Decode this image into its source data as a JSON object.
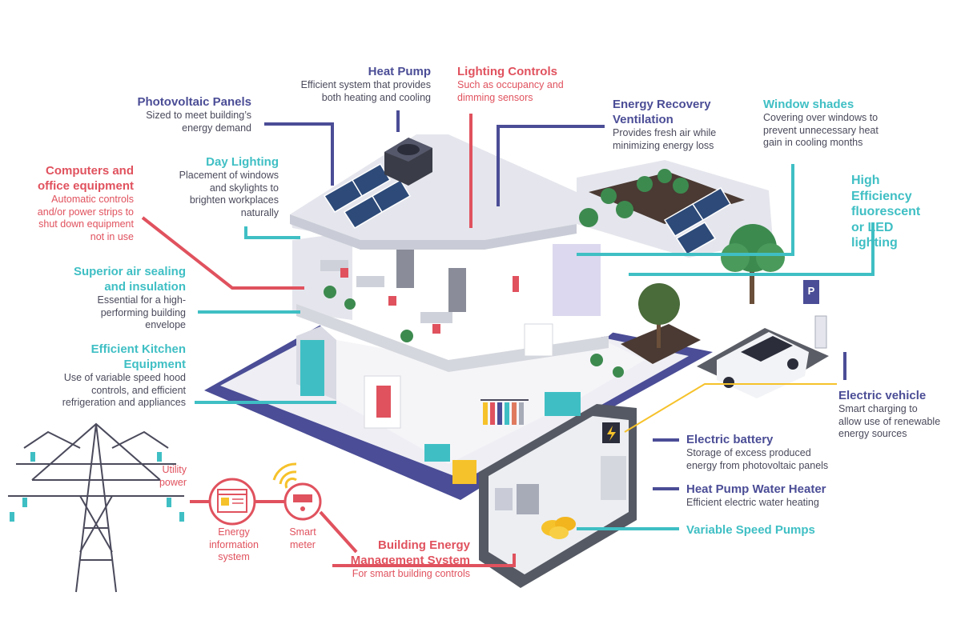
{
  "colors": {
    "purple": "#4b4d96",
    "red": "#e0525e",
    "teal": "#3fbfc4",
    "dark_text": "#4a4a5c"
  },
  "icons": [
    "wifi-icon",
    "energy-information-system-icon",
    "smart-meter-icon",
    "transmission-tower-icon",
    "solar-panel-icon",
    "heat-pump-unit-icon",
    "electric-car-icon",
    "ev-charger-icon",
    "battery-icon"
  ],
  "labels": {
    "heat_pump": {
      "title": "Heat Pump",
      "desc": "Efficient system that provides\nboth heating and cooling"
    },
    "lighting_controls": {
      "title": "Lighting Controls",
      "desc": "Such as occupancy and\ndimming sensors"
    },
    "photovoltaic": {
      "title": "Photovoltaic Panels",
      "desc": "Sized to meet building’s\nenergy demand"
    },
    "erv": {
      "title": "Energy Recovery\nVentilation",
      "desc": "Provides fresh air while\nminimizing energy loss"
    },
    "window_shades": {
      "title": "Window shades",
      "desc": "Covering over windows to\nprevent unnecessary heat\ngain in cooling months"
    },
    "day_lighting": {
      "title": "Day Lighting",
      "desc": "Placement of windows\nand skylights to\nbrighten workplaces\nnaturally"
    },
    "computers": {
      "title": "Computers and\noffice equipment",
      "desc": "Automatic controls\nand/or power strips to\nshut down equipment\nnot in use"
    },
    "high_efficiency": {
      "title": "High\nEfficiency\nfluorescent\nor LED\nlighting"
    },
    "air_sealing": {
      "title": "Superior air sealing\nand insulation",
      "desc": "Essential for a high-\nperforming building\nenvelope"
    },
    "kitchen": {
      "title": "Efficient Kitchen\nEquipment",
      "desc": "Use of variable speed hood\ncontrols, and efficient\nrefrigeration and appliances"
    },
    "electric_vehicle": {
      "title": "Electric vehicle",
      "desc": "Smart charging to\nallow use of renewable\nenergy sources"
    },
    "battery": {
      "title": "Electric battery",
      "desc": "Storage of excess produced\nenergy from photovoltaic panels"
    },
    "hpwh": {
      "title": "Heat Pump Water Heater",
      "desc": "Efficient electric water heating"
    },
    "pumps": {
      "title": "Variable Speed Pumps"
    },
    "bems": {
      "title": "Building Energy\nManagement System",
      "desc": "For smart building controls"
    },
    "utility": {
      "text": "Utility\npower"
    },
    "eis": {
      "text": "Energy\ninformation\nsystem"
    },
    "smart_meter": {
      "text": "Smart\nmeter"
    }
  }
}
